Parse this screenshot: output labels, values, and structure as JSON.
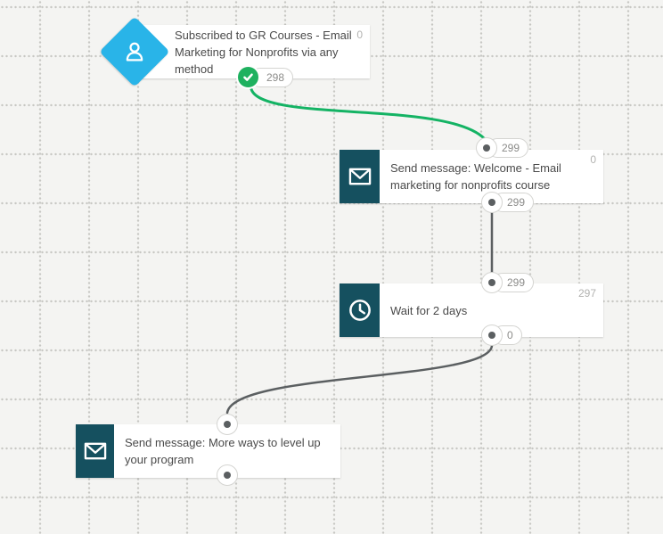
{
  "workflow": {
    "nodes": [
      {
        "kind": "condition",
        "icon": "user",
        "title": "Subscribed to GR Courses - Email Marketing for Nonprofits via any method",
        "lines": [
          "Subscribed to GR Courses - Email",
          "Marketing for Nonprofits via any",
          "method"
        ],
        "counter": "0",
        "out_badge": "298",
        "out_badge_status": "success-check"
      },
      {
        "kind": "action",
        "icon": "envelope",
        "title": "Send message: Welcome - Email marketing for nonprofits course",
        "lines": [
          "Send message: Welcome - Email",
          "marketing for nonprofits course"
        ],
        "counter": "0",
        "in_badge": "299",
        "out_badge": "299"
      },
      {
        "kind": "action",
        "icon": "clock",
        "title": "Wait for 2 days",
        "lines": [
          "Wait for 2 days"
        ],
        "counter": "297",
        "in_badge": "299",
        "out_badge": "0"
      },
      {
        "kind": "action",
        "icon": "envelope",
        "title": "Send message: More ways to level up your program",
        "lines": [
          "Send message: More ways to level up",
          "your program"
        ],
        "in_badge": null,
        "out_badge": null
      }
    ],
    "colors": {
      "condition_blue": "#29b4e8",
      "action_teal": "#15505f",
      "success_green": "#1eb15f",
      "connector_green": "#14b364",
      "connector_gray": "#5b5f61",
      "canvas_bg": "#f4f4f2",
      "badge_text": "#8b8b89",
      "counter_text": "#b2b2b0"
    }
  }
}
